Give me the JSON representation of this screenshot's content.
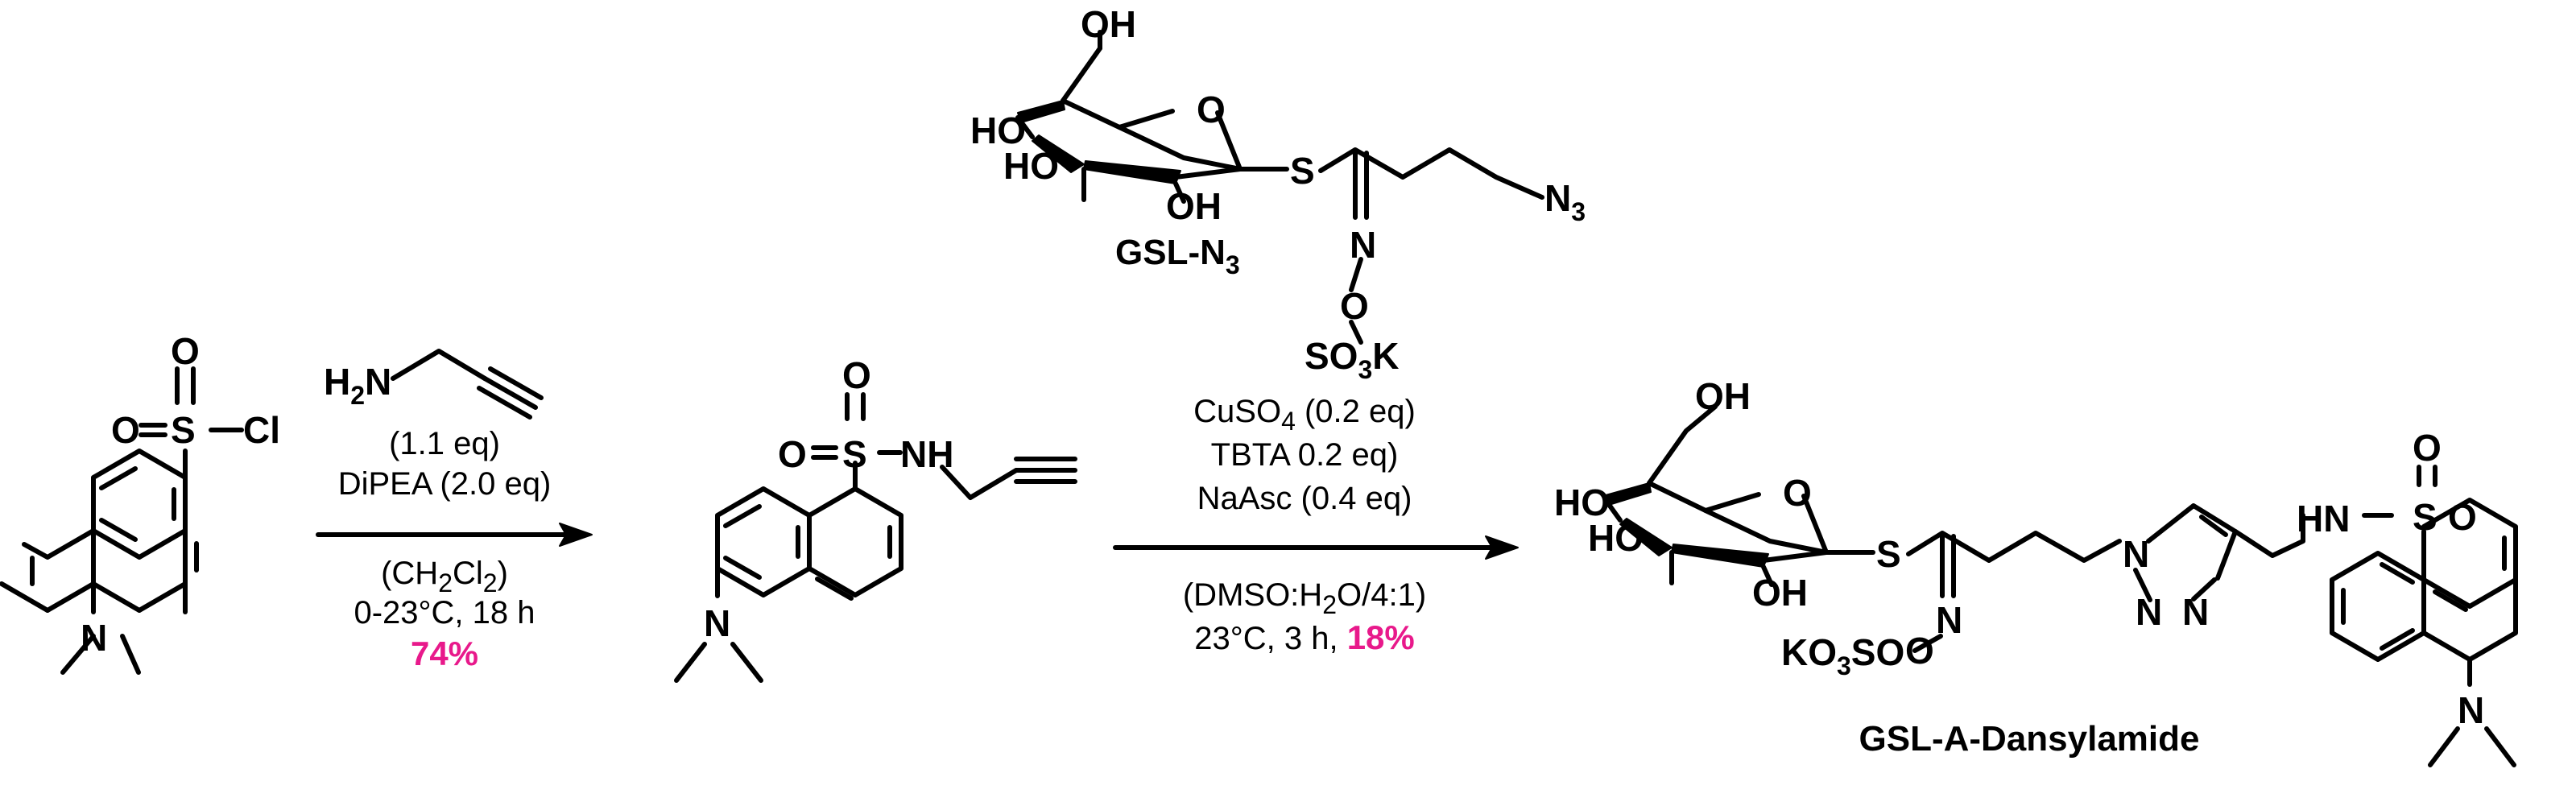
{
  "atoms": {
    "O": "O",
    "S": "S",
    "Cl": "Cl",
    "N": "N",
    "NH": "NH",
    "HN": "HN",
    "OH": "OH",
    "HO": "HO",
    "H2N_H": "H",
    "H2N_2": "2",
    "H2N_N": "N",
    "N3_N": "N",
    "N3_3": "3",
    "SO3K_SO": "SO",
    "SO3K_3": "3",
    "SO3K_K": "K",
    "KO3SO_K": "KO",
    "KO3SO_3": "3",
    "KO3SO_SO": "SO"
  },
  "labels": {
    "gsl_n3_main": "GSL-N",
    "gsl_n3_sub": "3",
    "product": "GSL-A-Dansylamide"
  },
  "step1": {
    "eq": "(1.1 eq)",
    "base": "DiPEA (2.0 eq)",
    "solvent_open": "(CH",
    "solvent_2a": "2",
    "solvent_cl": "Cl",
    "solvent_2b": "2",
    "solvent_close": ")",
    "temp_time": "0-23°C, 18 h",
    "yield": "74%"
  },
  "step2": {
    "cat_a": "CuSO",
    "cat_sub": "4",
    "cat_b": " (0.2 eq)",
    "ligand": "TBTA 0.2 eq)",
    "reductant": "NaAsc (0.4 eq)",
    "solv_a": "(DMSO:H",
    "solv_sub": "2",
    "solv_b": "O/4:1)",
    "temp_time": "23°C, 3 h, ",
    "yield": "18%"
  },
  "colors": {
    "yield": "#e8198b",
    "ink": "#000000"
  }
}
